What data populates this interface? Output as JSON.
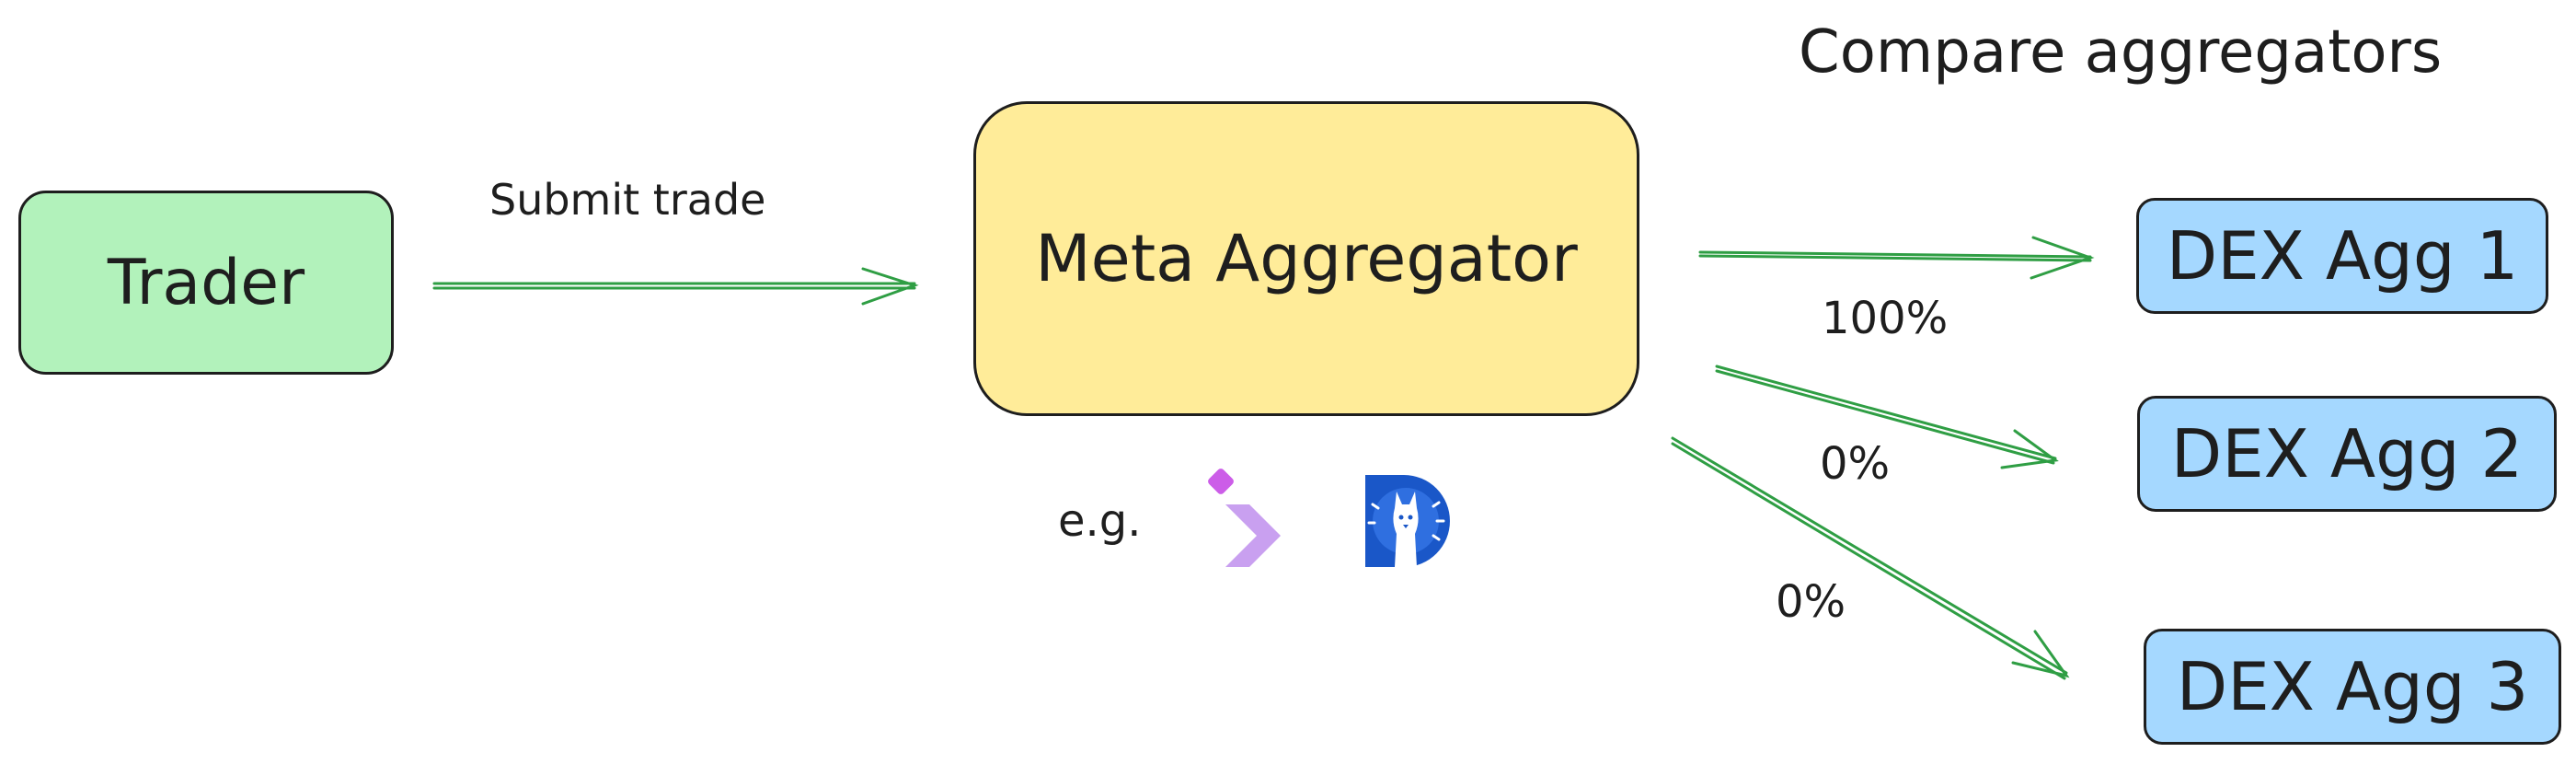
{
  "title": "Compare aggregators",
  "nodes": {
    "trader": "Trader",
    "meta": "Meta Aggregator",
    "dex1": "DEX Agg 1",
    "dex2": "DEX Agg 2",
    "dex3": "DEX Agg 3"
  },
  "edges": {
    "submit_label": "Submit trade",
    "split1": "100%",
    "split2": "0%",
    "split3": "0%"
  },
  "example_label": "e.g.",
  "colors": {
    "trader_fill": "#b2f2bb",
    "meta_fill": "#ffec99",
    "dex_fill": "#a5d8ff",
    "arrow": "#2f9e44",
    "stroke": "#1e1e1e",
    "logo1": "#c9a0f0",
    "logo1_accent": "#cc5de8",
    "logo2": "#1a57c8"
  },
  "icons": [
    "example-logo-1-icon",
    "example-logo-2-icon"
  ]
}
